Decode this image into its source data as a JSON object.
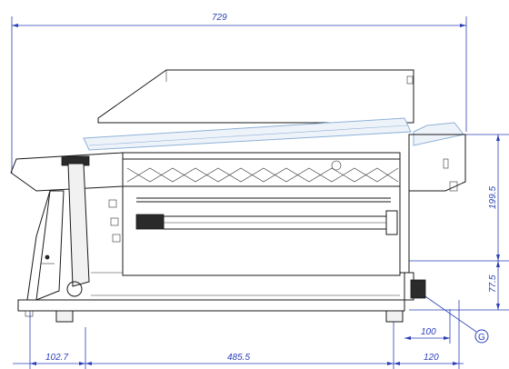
{
  "dimensions": {
    "overall_width": "729",
    "height_upper": "199.5",
    "height_lower": "77.5",
    "bottom_left": "102.7",
    "bottom_middle": "485.5",
    "bottom_right": "120",
    "offset": "100"
  },
  "callouts": {
    "g_label": "G"
  },
  "colors": {
    "dimension": "#2a3fb8",
    "lid_outline": "#8fb0d8",
    "outline": "#1a1a1a"
  }
}
